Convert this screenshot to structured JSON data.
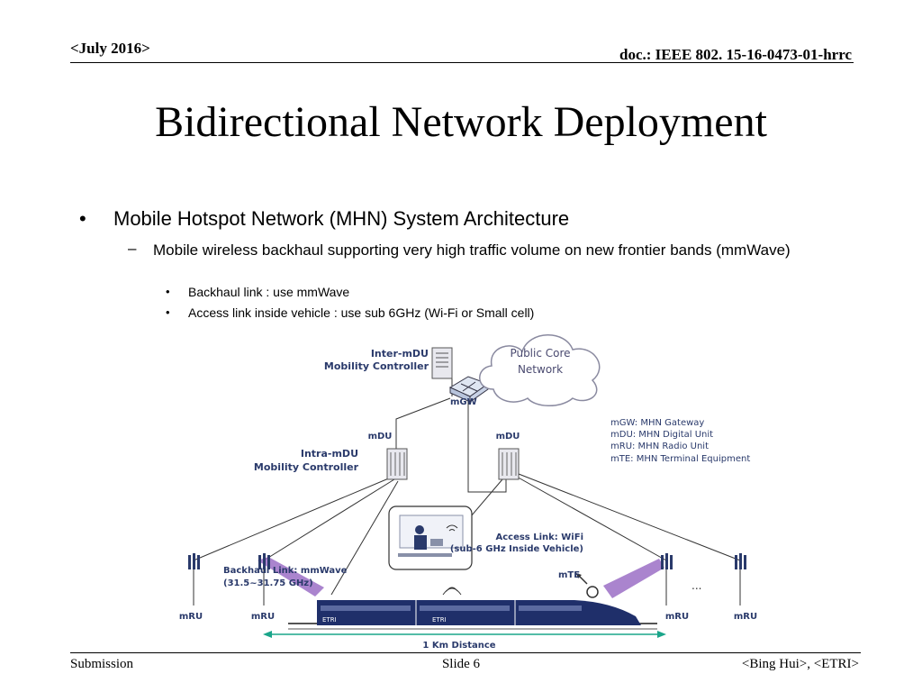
{
  "header": {
    "date": "<July 2016>",
    "doc": "doc.: IEEE 802. 15-16-0473-01-hrrc"
  },
  "title": "Bidirectional Network Deployment",
  "bullets": {
    "l1_marker": "•",
    "l1": "Mobile Hotspot Network (MHN) System Architecture",
    "l2_marker": "–",
    "l2": "Mobile wireless backhaul supporting very high traffic volume on new frontier bands (mmWave)",
    "l3_marker": "•",
    "l3": [
      "Backhaul link : use mmWave",
      "Access link inside vehicle : use sub 6GHz (Wi-Fi or Small cell)"
    ]
  },
  "diagram": {
    "inter_mdu_line1": "Inter-mDU",
    "inter_mdu_line2": "Mobility Controller",
    "cloud_line1": "Public Core",
    "cloud_line2": "Network",
    "mgw": "mGW",
    "mdu_left": "mDU",
    "mdu_right": "mDU",
    "intra_mdu_line1": "Intra-mDU",
    "intra_mdu_line2": "Mobility Controller",
    "legend": [
      "mGW: MHN Gateway",
      "mDU: MHN Digital Unit",
      "mRU: MHN Radio Unit",
      "mTE: MHN Terminal Equipment"
    ],
    "access_line1": "Access Link: WiFi",
    "access_line2": "(sub-6 GHz Inside Vehicle)",
    "backhaul_line1": "Backhaul Link: mmWave",
    "backhaul_line2": "(31.5~31.75 GHz)",
    "mte": "mTE",
    "ellipsis": "...",
    "mru": [
      "mRU",
      "mRU",
      "mRU",
      "mRU"
    ],
    "train_logo": "ETRI",
    "distance": "1 Km Distance",
    "colors": {
      "label_navy": "#2a3a6b",
      "beam": "#9b6fc6",
      "train": "#1f2f6a",
      "distance": "#1aa58a"
    }
  },
  "footer": {
    "left": "Submission",
    "middle": "Slide 6",
    "right": "<Bing Hui>, <ETRI>"
  }
}
